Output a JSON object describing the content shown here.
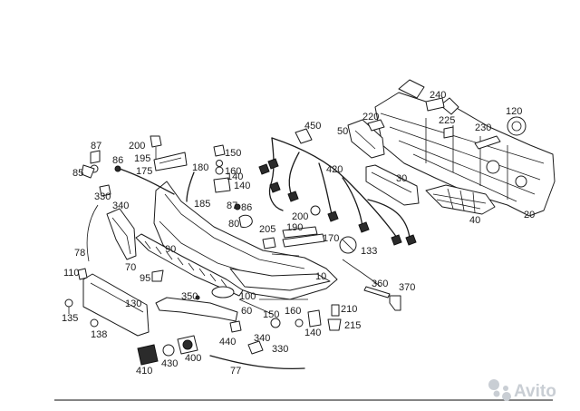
{
  "diagram": {
    "callouts": [
      "10",
      "20",
      "30",
      "40",
      "50",
      "60",
      "70",
      "77",
      "78",
      "80",
      "85",
      "86",
      "86",
      "87",
      "87",
      "90",
      "95",
      "100",
      "110",
      "120",
      "130",
      "133",
      "135",
      "138",
      "140",
      "140",
      "140",
      "150",
      "150",
      "160",
      "160",
      "170",
      "175",
      "180",
      "185",
      "190",
      "195",
      "200",
      "200",
      "205",
      "210",
      "215",
      "220",
      "225",
      "230",
      "240",
      "330",
      "330",
      "340",
      "340",
      "350",
      "360",
      "370",
      "400",
      "410",
      "420",
      "430",
      "440",
      "450"
    ]
  },
  "watermark": {
    "text": "Avito",
    "icon": "avito-dots-logo"
  }
}
